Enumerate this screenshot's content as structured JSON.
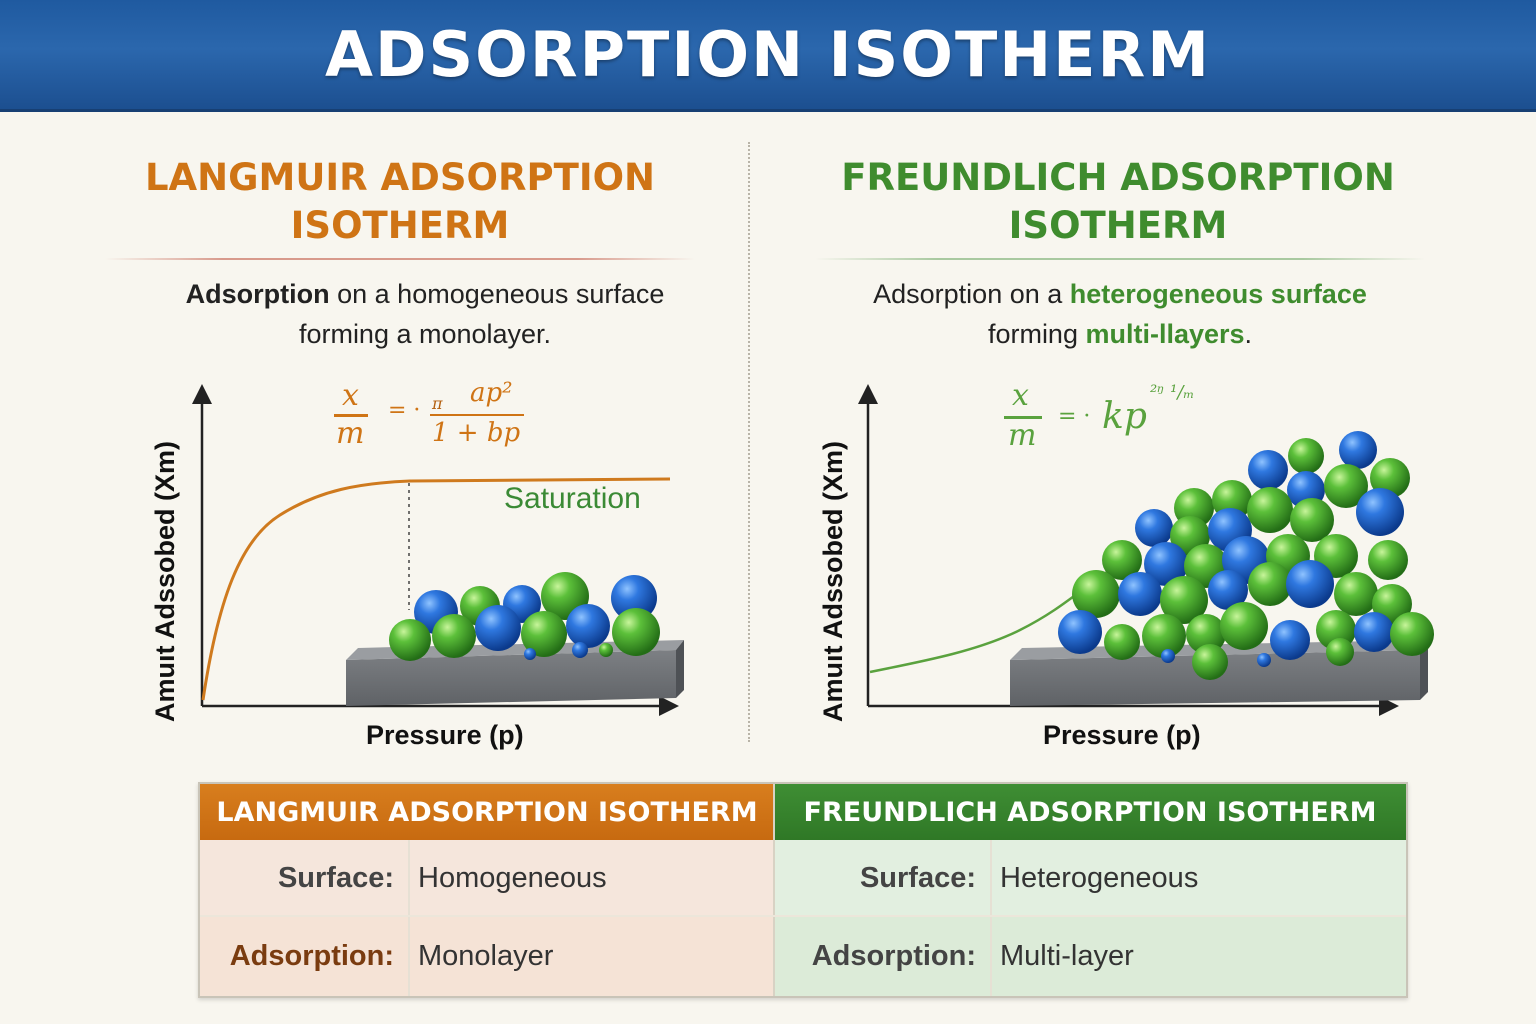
{
  "title": "ADSORPTION ISOTHERM",
  "langmuir": {
    "heading_line1": "LANGMUIR ADSORPTION",
    "heading_line2": "ISOTHERM",
    "desc_bold": "Adsorption",
    "desc_rest1": " on a homogeneous surface",
    "desc_line2": "forming a monolayer.",
    "formula": {
      "num": "x",
      "den": "m",
      "eq": "= ·",
      "small": "π",
      "frac_num": "ap²",
      "frac_den": "1 + bp"
    },
    "saturation_label": "Saturation",
    "ylabel": "Amuıt Adssobed (Xm)",
    "xlabel": "Pressure (p)",
    "color": "#cf7415"
  },
  "freundlich": {
    "heading_line1": "FREUNDLICH ADSORPTION",
    "heading_line2": "ISOTHERM",
    "desc_plain1": "Adsorption on a ",
    "desc_hl1": "heterogeneous surface",
    "desc_plain2": "forming ",
    "desc_hl2": "multi-llayers",
    "desc_end": ".",
    "formula": {
      "num": "x",
      "den": "m",
      "eq": "= ·",
      "kp": "kp",
      "exp": "²ᵑ ¹/ₘ"
    },
    "ylabel": "Amuıt Adssobed (Xm)",
    "xlabel": "Pressure (p)",
    "color": "#3f8c2e"
  },
  "table": {
    "lang_header": "LANGMUIR ADSORPTION  ISOTHERM",
    "freu_header": "FREUNDLICH ADSORPTION ISOTHERM",
    "rows": [
      {
        "key": "Surface:",
        "lang": "Homogeneous",
        "freu": "Heterogeneous"
      },
      {
        "key": "Adsorption:",
        "lang": "Monolayer",
        "freu": "Multi-layer"
      }
    ]
  }
}
